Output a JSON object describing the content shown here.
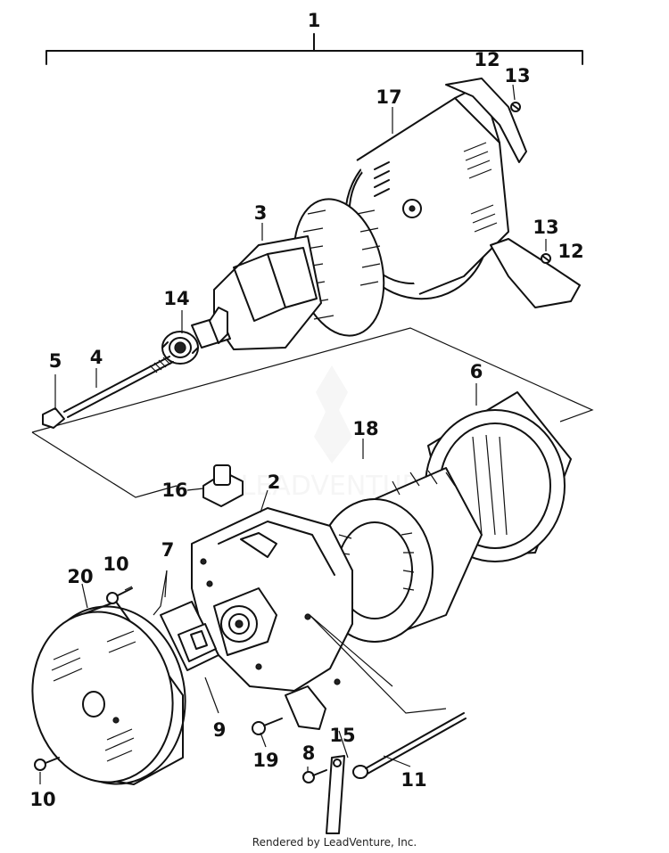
{
  "callouts": {
    "c1": "1",
    "c2": "2",
    "c3": "3",
    "c4": "4",
    "c5": "5",
    "c6": "6",
    "c7": "7",
    "c8": "8",
    "c9": "9",
    "c10a": "10",
    "c10b": "10",
    "c11": "11",
    "c12a": "12",
    "c12b": "12",
    "c13a": "13",
    "c13b": "13",
    "c14": "14",
    "c15": "15",
    "c16": "16",
    "c17": "17",
    "c18": "18",
    "c19": "19",
    "c20": "20"
  },
  "watermark": "LEADVENTURE",
  "footer": "Rendered by LeadVenture, Inc."
}
